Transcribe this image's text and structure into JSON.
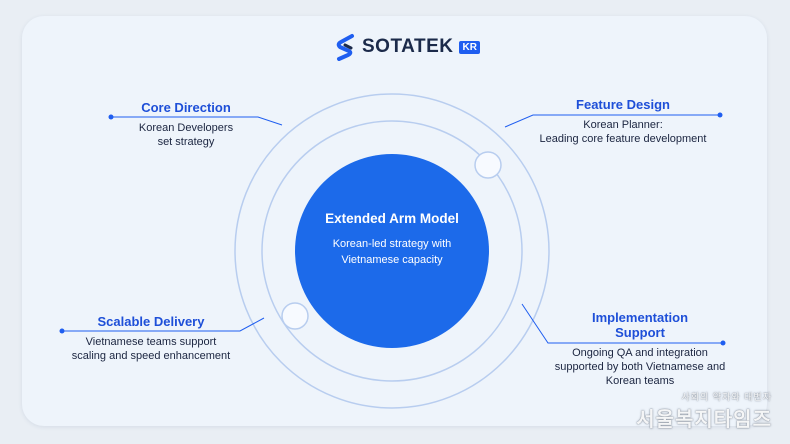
{
  "logo": {
    "brand_text": "SOTATEK",
    "badge": "KR"
  },
  "center": {
    "title": "Extended Arm Model",
    "subtitle_line1": "Korean-led strategy with",
    "subtitle_line2": "Vietnamese capacity"
  },
  "blocks": {
    "core_direction": {
      "title": "Core Direction",
      "line1": "Korean Developers",
      "line2": "set strategy"
    },
    "feature_design": {
      "title": "Feature Design",
      "line1": "Korean Planner:",
      "line2": "Leading core feature development"
    },
    "scalable_delivery": {
      "title": "Scalable Delivery",
      "line1": "Vietnamese teams support",
      "line2": "scaling and speed enhancement"
    },
    "implementation_support": {
      "title_line1": "Implementation",
      "title_line2": "Support",
      "line1": "Ongoing QA and integration",
      "line2": "supported by both Vietnamese and",
      "line3": "Korean teams"
    }
  },
  "watermark": {
    "small": "사회의 약자와 대변자",
    "large": "서울복지타임즈"
  },
  "colors": {
    "accent": "#1f5ef0",
    "center_fill": "#1c6aea",
    "ring": "#b8cdef",
    "title": "#1e4fd8",
    "text": "#1b2540"
  }
}
